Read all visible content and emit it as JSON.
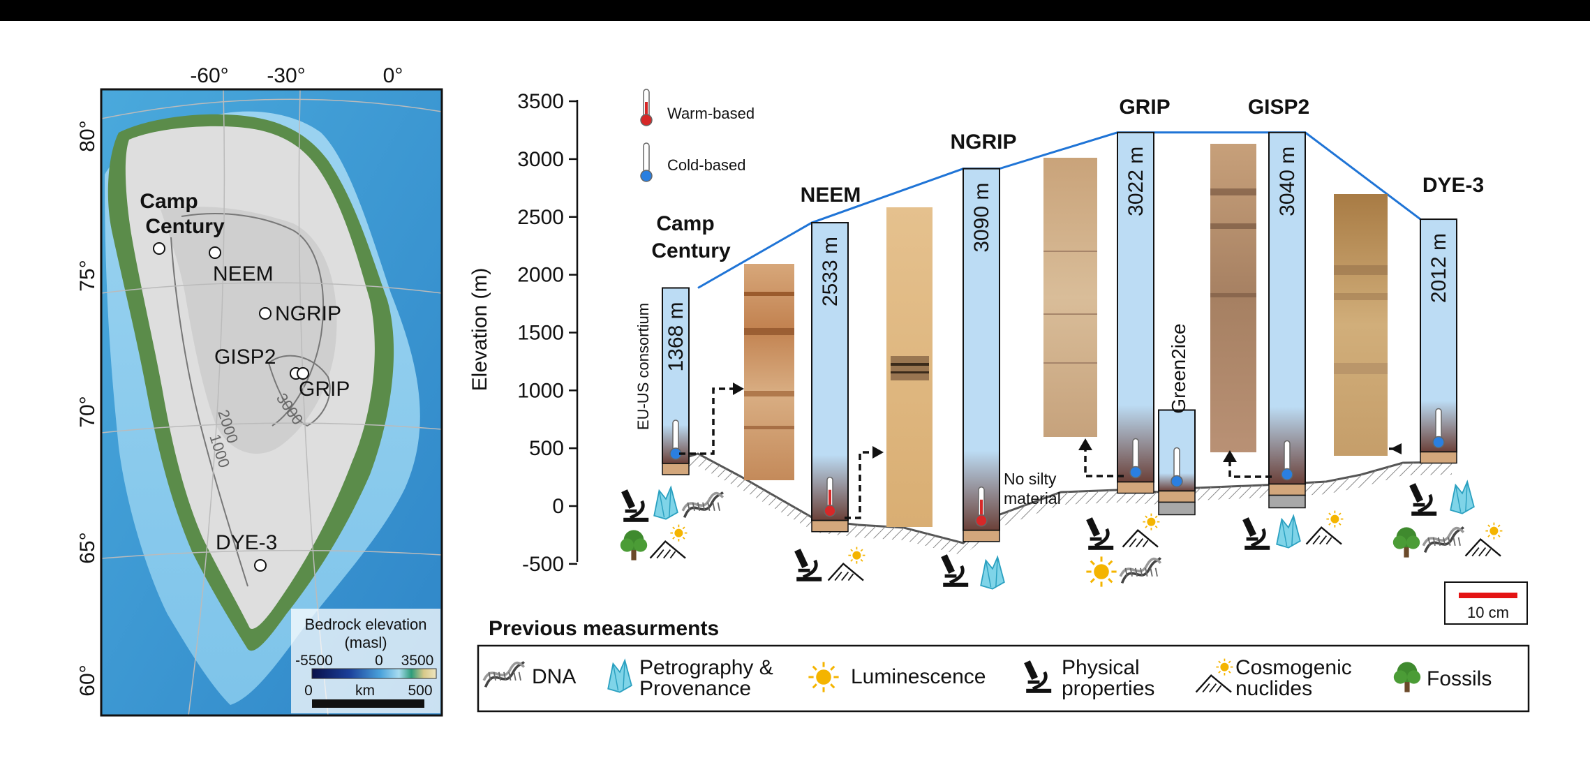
{
  "map": {
    "lon_labels": [
      "-60°",
      "-30°",
      "0°"
    ],
    "lat_labels": [
      "80°",
      "75°",
      "70°",
      "65°",
      "60°"
    ],
    "contours": [
      "1000",
      "2000",
      "3000"
    ],
    "sites": [
      {
        "name": "Camp Century",
        "line1": "Camp",
        "line2": "Century"
      },
      {
        "name": "NEEM"
      },
      {
        "name": "NGRIP"
      },
      {
        "name": "GISP2"
      },
      {
        "name": "GRIP"
      },
      {
        "name": "DYE-3"
      }
    ],
    "legend": {
      "title": "Bedrock elevation",
      "unit": "(masl)",
      "min": "-5500",
      "mid": "0",
      "max": "3500",
      "scale_start": "0",
      "scale_unit": "km",
      "scale_end": "500"
    }
  },
  "key": {
    "warm": "Warm-based",
    "cold": "Cold-based"
  },
  "chart_data": {
    "type": "diagram",
    "ylabel": "Elevation (m)",
    "yticks": [
      3500,
      3000,
      2500,
      2000,
      1500,
      1000,
      500,
      0,
      -500
    ],
    "ylim": [
      -500,
      3500
    ],
    "sites": [
      {
        "name": "Camp Century",
        "line1": "Camp",
        "line2": "Century",
        "surface": 1886,
        "bed": 368,
        "depth_label": "1368 m",
        "base": "cold",
        "note": "EU-US consortium"
      },
      {
        "name": "NEEM",
        "surface": 2450,
        "bed": -125,
        "depth_label": "2533 m",
        "base": "warm"
      },
      {
        "name": "NGRIP",
        "surface": 2917,
        "bed": -210,
        "depth_label": "3090 m",
        "base": "warm",
        "note_line1": "No silty",
        "note_line2": "material"
      },
      {
        "name": "GRIP",
        "surface": 3230,
        "bed": 208,
        "depth_label": "3022 m",
        "base": "cold"
      },
      {
        "name": "Green2ice",
        "surface": 830,
        "bed": 130,
        "base": "cold"
      },
      {
        "name": "GISP2",
        "surface": 3230,
        "bed": 190,
        "depth_label": "3040 m",
        "base": "cold"
      },
      {
        "name": "DYE-3",
        "surface": 2480,
        "bed": 468,
        "depth_label": "2012 m",
        "base": "cold"
      }
    ]
  },
  "scale_bar": "10 cm",
  "legend": {
    "title": "Previous measurments",
    "items": [
      {
        "icon": "dna-icon",
        "line1": "DNA"
      },
      {
        "icon": "crystal-icon",
        "line1": "Petrography &",
        "line2": "Provenance"
      },
      {
        "icon": "sun-icon",
        "line1": "Luminescence"
      },
      {
        "icon": "microscope-icon",
        "line1": "Physical",
        "line2": "properties"
      },
      {
        "icon": "cosmogenic-icon",
        "line1": "Cosmogenic",
        "line2": "nuclides"
      },
      {
        "icon": "tree-icon",
        "line1": "Fossils"
      }
    ]
  }
}
